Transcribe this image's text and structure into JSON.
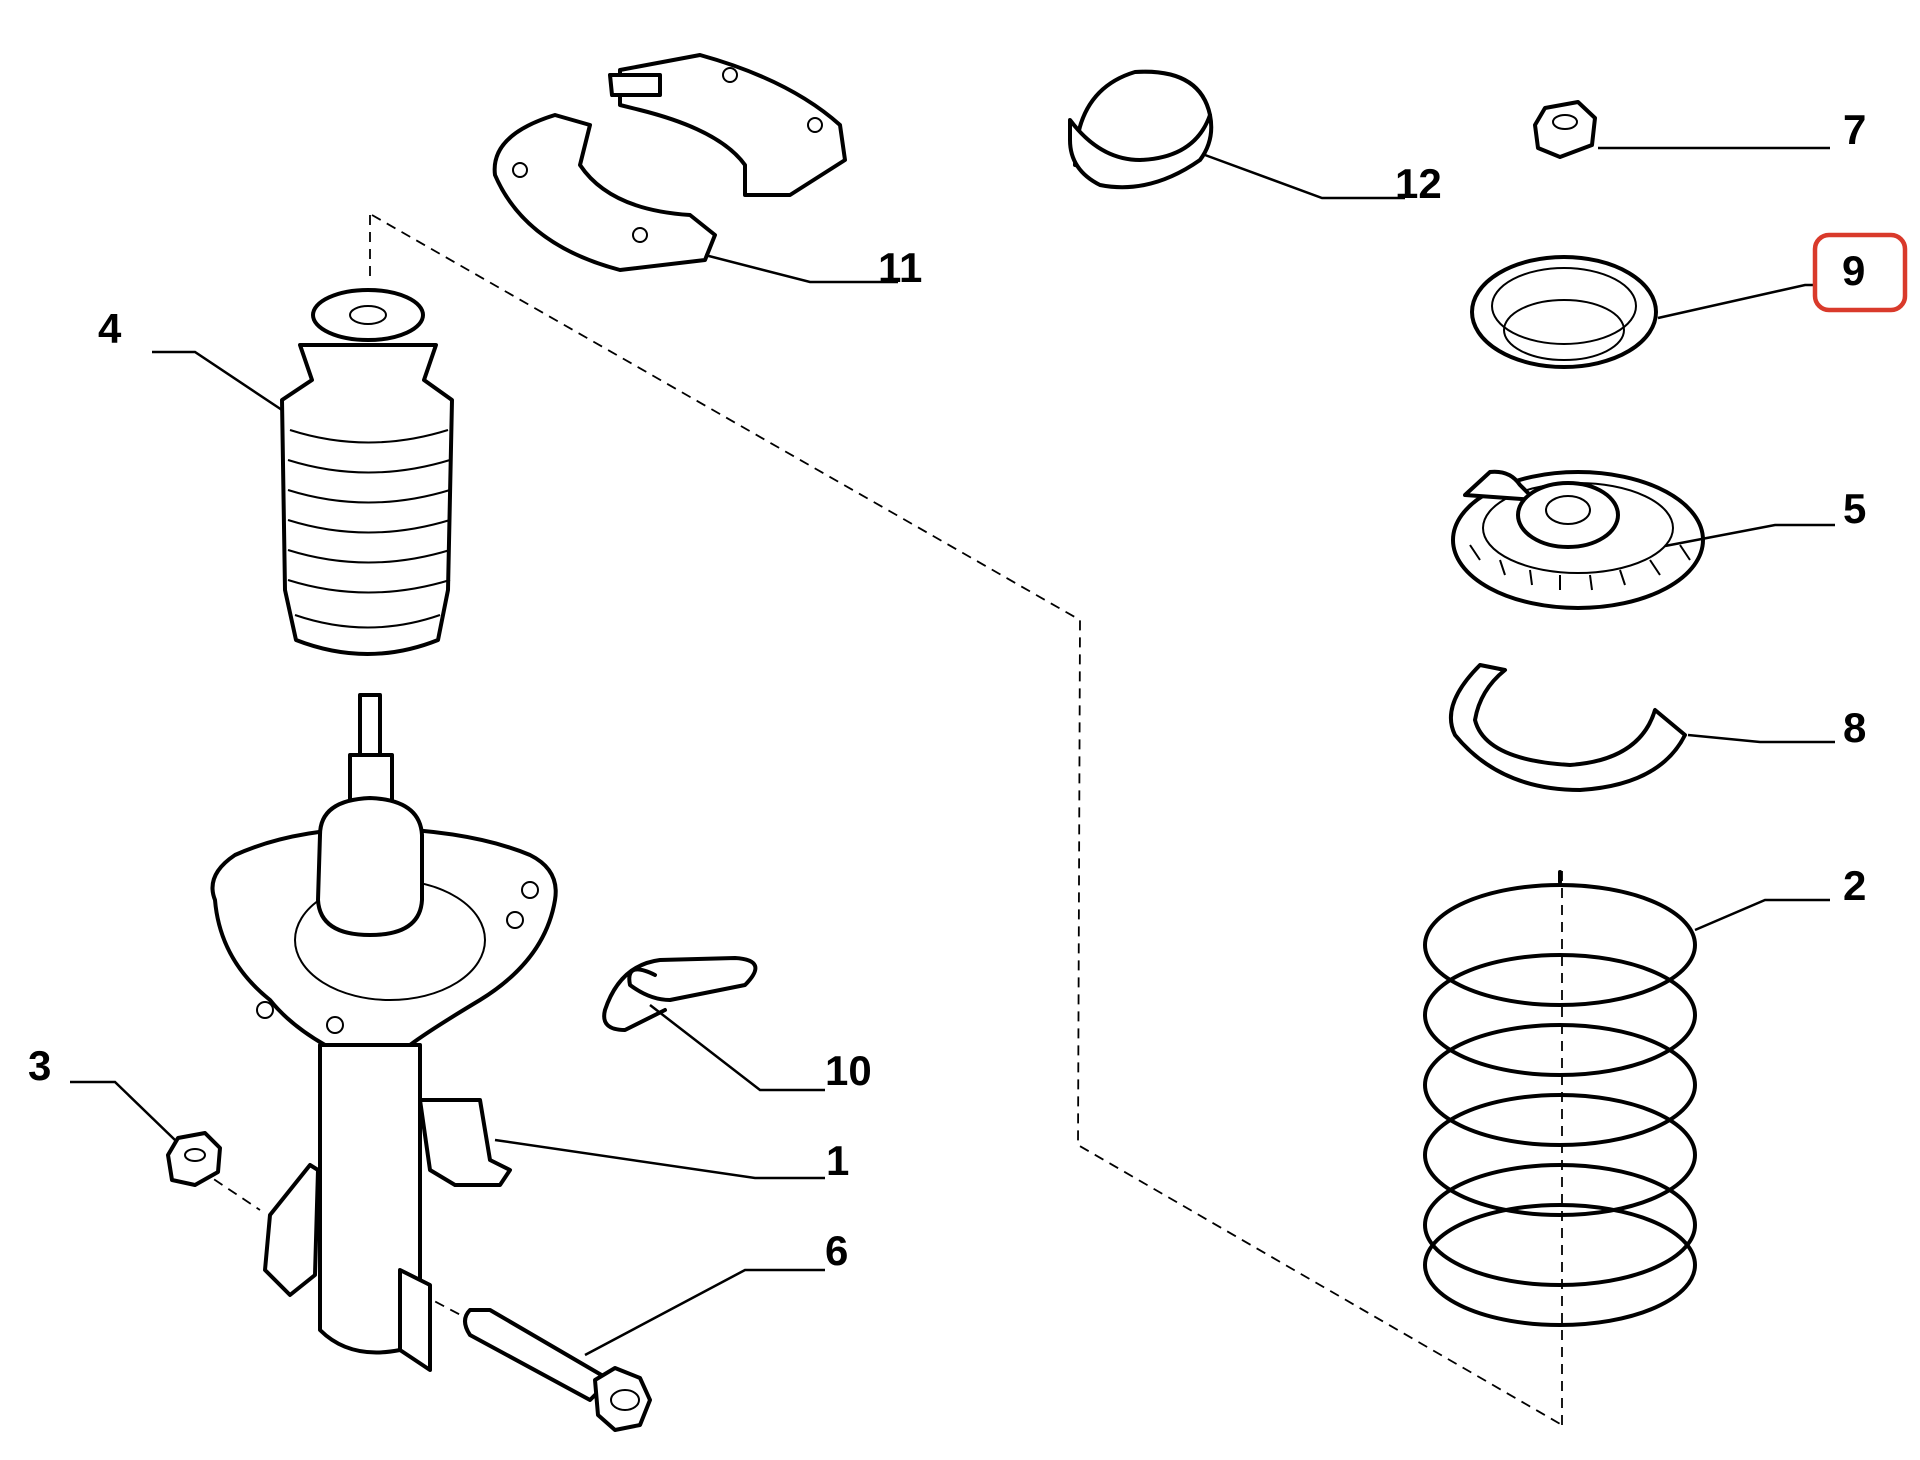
{
  "callouts": {
    "c1": "1",
    "c2": "2",
    "c3": "3",
    "c4": "4",
    "c5": "5",
    "c6": "6",
    "c7": "7",
    "c8": "8",
    "c9": "9",
    "c10": "10",
    "c11": "11",
    "c12": "12"
  },
  "highlight": {
    "target": "9",
    "color": "#d93a2b"
  }
}
